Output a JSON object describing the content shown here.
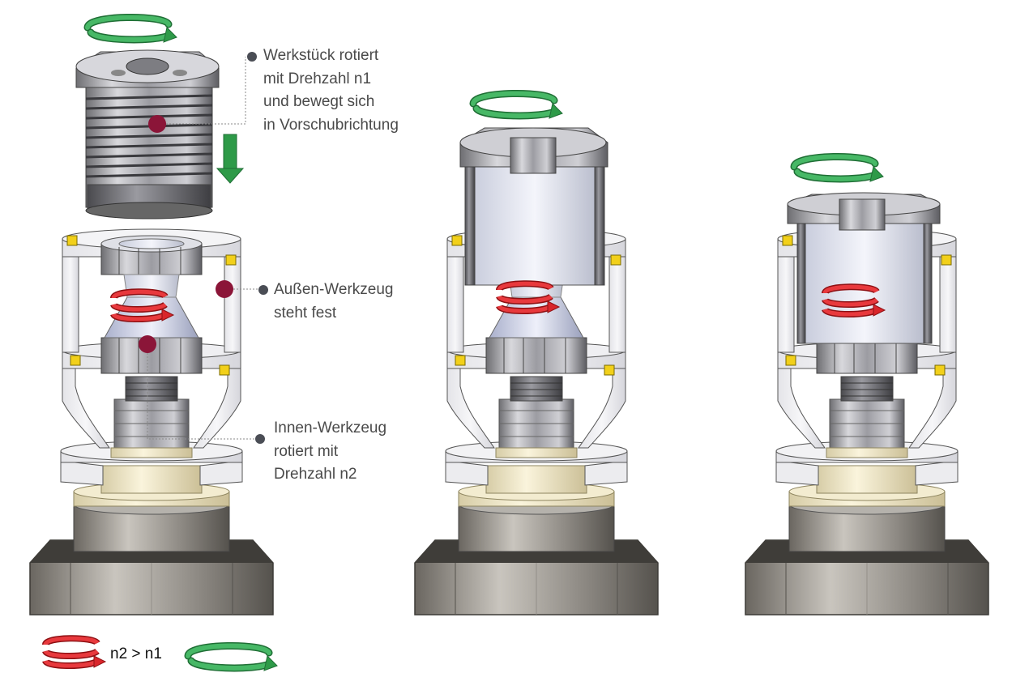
{
  "annotations": {
    "workpiece": [
      "Werkstück rotiert",
      "mit Drehzahl n1",
      "und bewegt sich",
      "in Vorschubrichtung"
    ],
    "outer_tool": [
      "Außen-Werkzeug",
      "steht fest"
    ],
    "inner_tool": [
      "Innen-Werkzeug",
      "rotiert mit",
      "Drehzahl n2"
    ]
  },
  "legend": {
    "relation": "n2 > n1",
    "red_arrow_icon": "fast-rotation-arrow-icon",
    "green_arrow_icon": "slow-rotation-arrow-icon"
  },
  "colors": {
    "workpiece_rotation": "#2e9a48",
    "tool_rotation": "#d9262b",
    "contact_point": "#8b1538",
    "feed_arrow": "#2e9a48",
    "leader_dot": "#4a4d55",
    "cutting_insert": "#f2d01a",
    "base_cream": "#efe6c2"
  }
}
